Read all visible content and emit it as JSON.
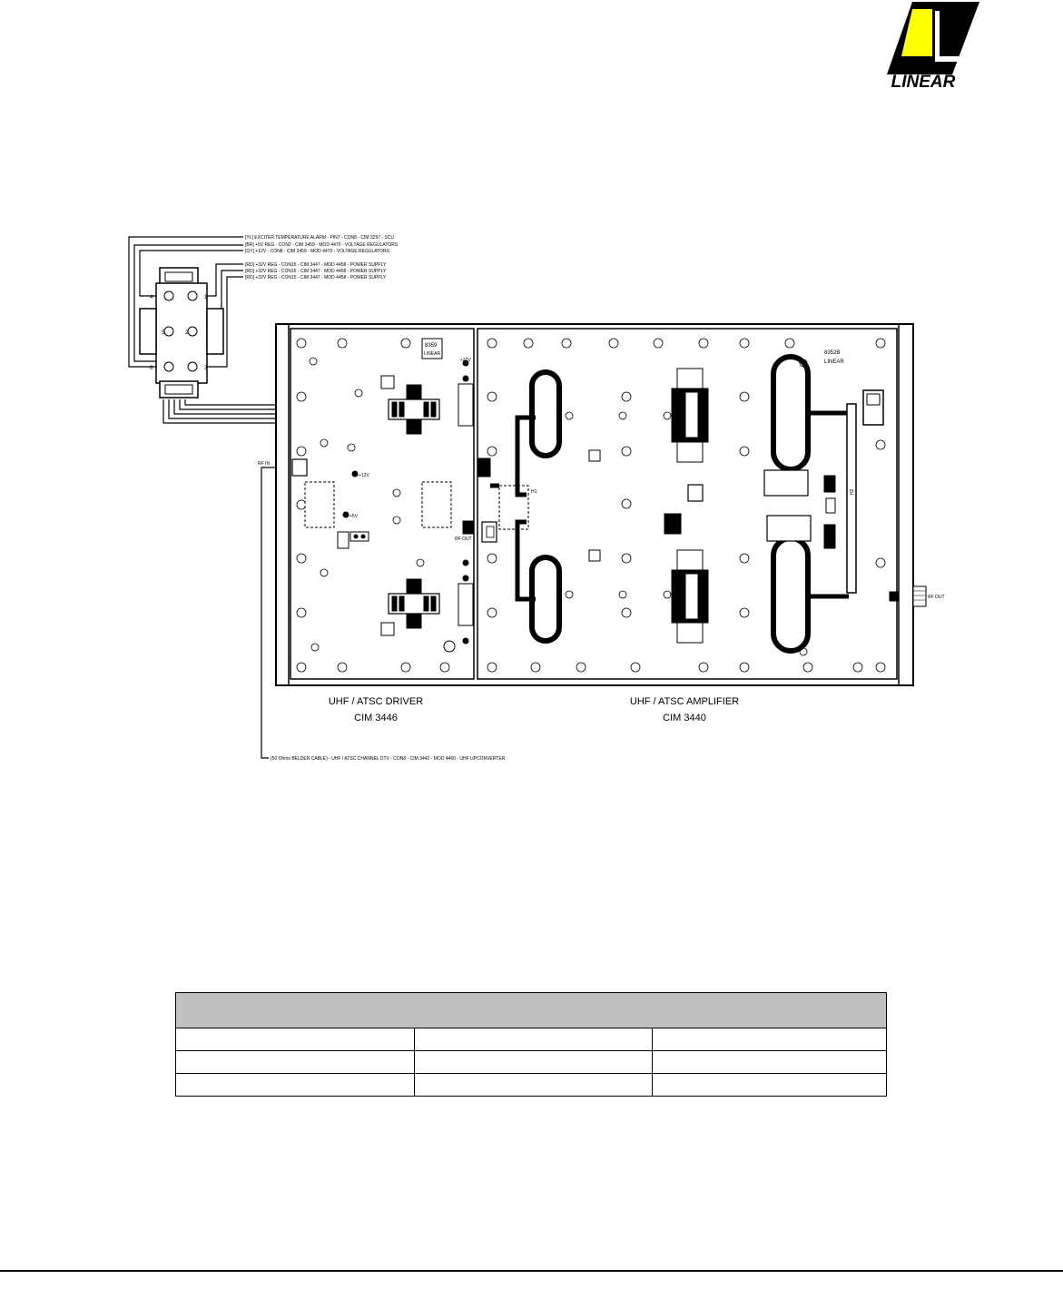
{
  "brand": {
    "logo_text": "LINEAR",
    "colors": {
      "black": "#000000",
      "yellow": "#ffff00"
    }
  },
  "cables": [
    "[YL] EXCITER TEMPERATURE ALARM - PIN7 - CON8 - CIM 3297 - SCU",
    "[BR] +5V REG - CON2 - CIM 3459 - MOD 4470 - VOLTAGE REGULATORS",
    "[GY] +12V - CON8 - CIM 3459 - MOD 4470 - VOLTAGE REGULATORS",
    "[RD] +32V REG - CON15 - CIM 3447 - MOD 4458 - POWER SUPPLY",
    "[RD] +32V REG - CON15 - CIM 3447 - MOD 4458 - POWER SUPPLY",
    "[RD] +32V REG - CON15 - CIM 3447 - MOD 4458 - POWER SUPPLY"
  ],
  "input_cable": "(50 Ohms BELDEN CABLE) - UHF / ATSC CHANNEL DTV - CON8 - CIM 3442 - MOD 4450 - UHF UPCONVERTER",
  "connector_pins": [
    "1",
    "2",
    "3",
    "4",
    "5",
    "6"
  ],
  "boards": {
    "driver": {
      "title": "UHF / ATSC DRIVER",
      "code": "CIM 3446",
      "id_box": "8359",
      "id_brand": "LINEAR",
      "labels": {
        "rf_in": "RF IN",
        "rf_out": "RF OUT",
        "v32": "+32V",
        "v12": "+12V",
        "v5": "+5V"
      }
    },
    "amplifier": {
      "title": "UHF / ATSC AMPLIFIER",
      "code": "CIM 3440",
      "id_box": "8352B",
      "id_brand": "LINEAR",
      "labels": {
        "rf_out": "RF OUT",
        "h1": "H1",
        "h2": "H2"
      }
    }
  },
  "table": {
    "header": "",
    "rows": [
      [
        "",
        "",
        ""
      ],
      [
        "",
        "",
        ""
      ],
      [
        "",
        "",
        ""
      ]
    ]
  }
}
